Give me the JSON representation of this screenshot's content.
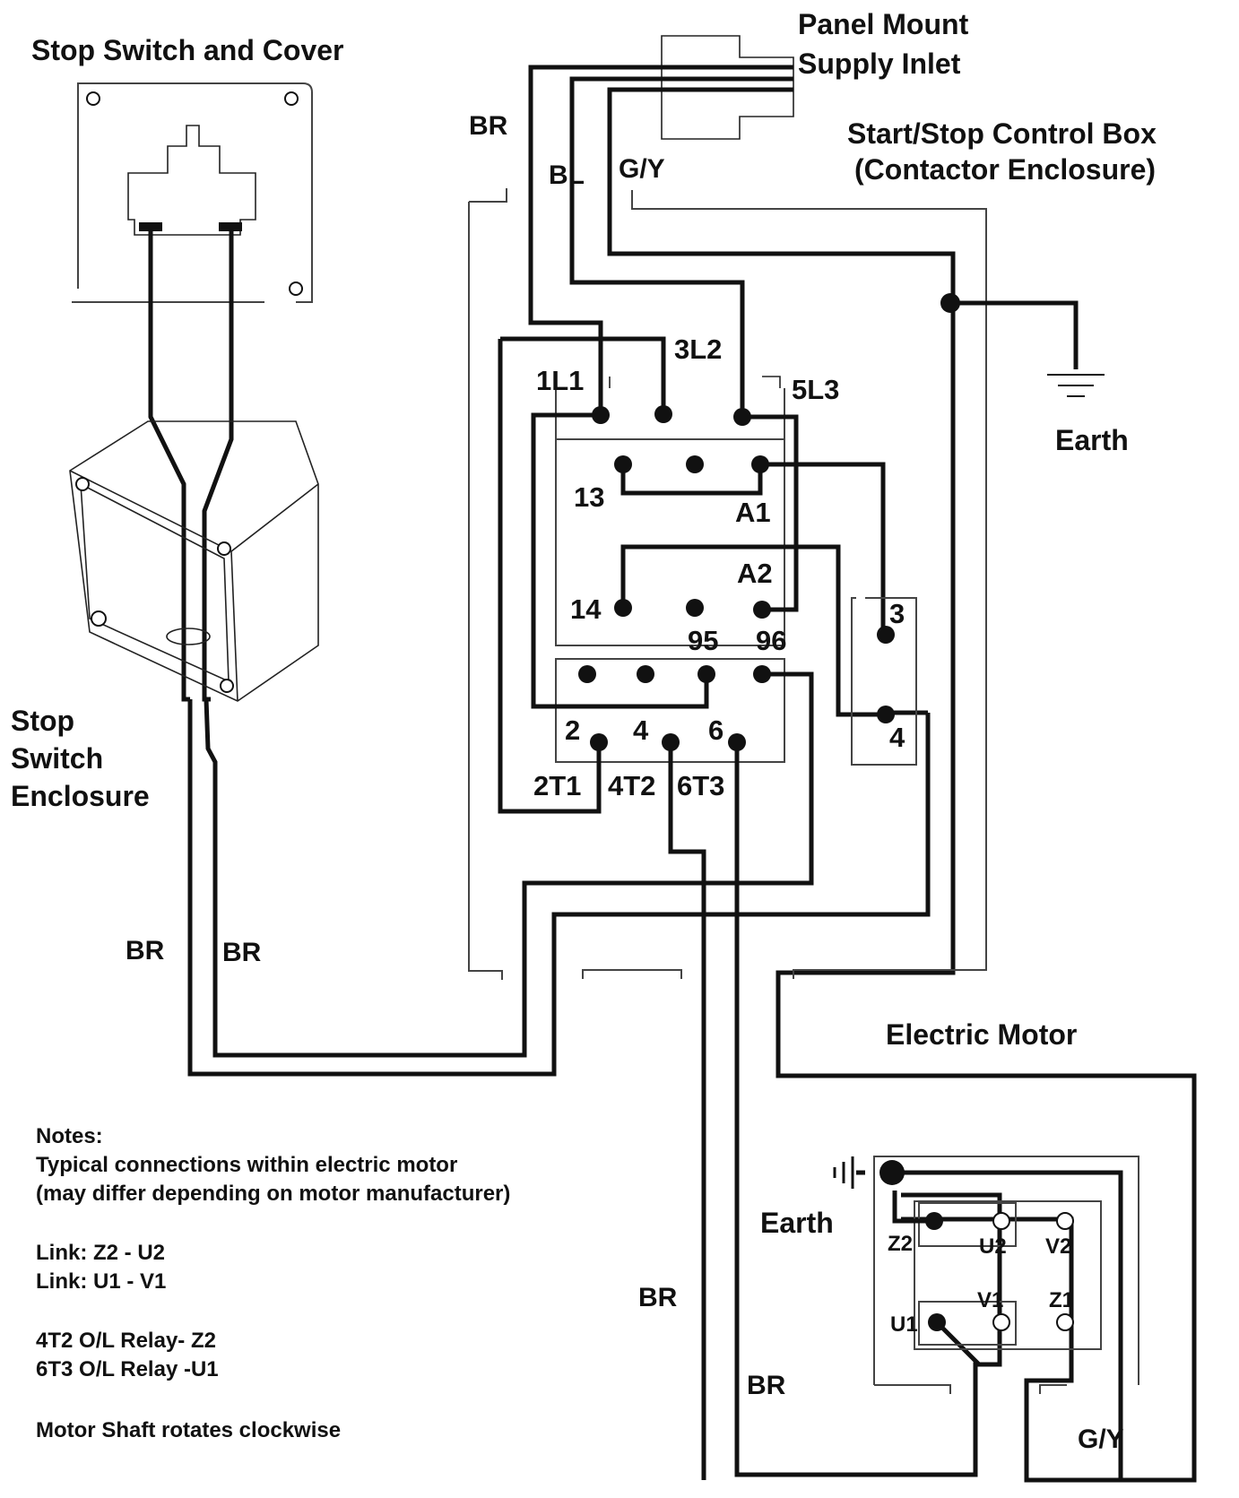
{
  "labels": {
    "stop_switch_cover": "Stop Switch and Cover",
    "supply_inlet_line1": "Panel Mount",
    "supply_inlet_line2": "Supply Inlet",
    "control_box_line1": "Start/Stop Control Box",
    "control_box_line2": "(Contactor  Enclosure)",
    "earth_top": "Earth",
    "stop_switch_enclosure_line1": "Stop",
    "stop_switch_enclosure_line2": "Switch",
    "stop_switch_enclosure_line3": "Enclosure",
    "electric_motor": "Electric Motor",
    "earth_motor": "Earth"
  },
  "wire_labels": {
    "br_top": "BR",
    "bl_top": "BL",
    "gy_top": "G/Y",
    "br_left_1": "BR",
    "br_left_2": "BR",
    "br_mid": "BR",
    "br_bottom": "BR",
    "gy_bottom": "G/Y"
  },
  "contactor_terminals": {
    "l1": "1L1",
    "l2": "3L2",
    "l3": "5L3",
    "t13": "13",
    "a1": "A1",
    "a2": "A2",
    "t14": "14",
    "t95": "95",
    "t96": "96",
    "o2": "2",
    "o4": "4",
    "o6": "6",
    "t1": "2T1",
    "t2": "4T2",
    "t3": "6T3",
    "s3": "3",
    "s4": "4"
  },
  "motor_terminals": {
    "z2": "Z2",
    "u2": "U2",
    "v2": "V2",
    "u1": "U1",
    "v1": "V1",
    "z1": "Z1"
  },
  "notes": [
    "Notes:",
    "Typical connections within electric motor",
    "(may differ depending on motor manufacturer)",
    "",
    "Link:  Z2 - U2",
    "Link: U1 - V1",
    "",
    "4T2 O/L Relay- Z2",
    "6T3 O/L Relay -U1",
    "",
    "Motor Shaft rotates clockwise"
  ]
}
